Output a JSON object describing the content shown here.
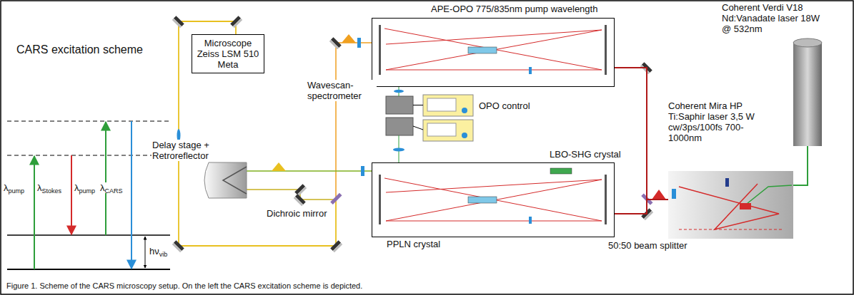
{
  "diagram": {
    "caption": "Figure 1. Scheme of the CARS microscopy setup. On the left the CARS excitation scheme is depicted.",
    "nodes": [
      {
        "text": [
          "Microscope Zeiss LSM 510 Meta"
        ]
      },
      {
        "text": [
          "APE-OPO 775/835nm pump wavelength"
        ]
      },
      {
        "text": [
          "Wavescan- spectrometer"
        ]
      },
      {
        "text": [
          "OPO control"
        ]
      },
      {
        "text": [
          "LBO-SHG crystal",
          "PPLN crystal"
        ]
      },
      {
        "text": [
          "Coherent Mira HP Ti:Saphir laser 3,5 W cw/3ps/100fs 700-1000nm"
        ]
      },
      {
        "text": [
          "Coherent Verdi V18 Nd:Vanadate laser 18W @ 532nm"
        ]
      }
    ],
    "edges": [
      {
        "from": 6,
        "to": 5,
        "arrow": "none"
      },
      {
        "from": 5,
        "to": 1,
        "arrow": "none"
      },
      {
        "from": 5,
        "to": 4,
        "arrow": "none"
      },
      {
        "from": 2,
        "to": 3,
        "arrow": "none"
      }
    ],
    "labels": [
      "CARS excitation scheme",
      "λpump",
      "λStokes",
      "λpump",
      "λCARS",
      "hνvib",
      "Delay stage + Retroreflector",
      "Dichroic mirror",
      "50:50 beam splitter"
    ]
  }
}
